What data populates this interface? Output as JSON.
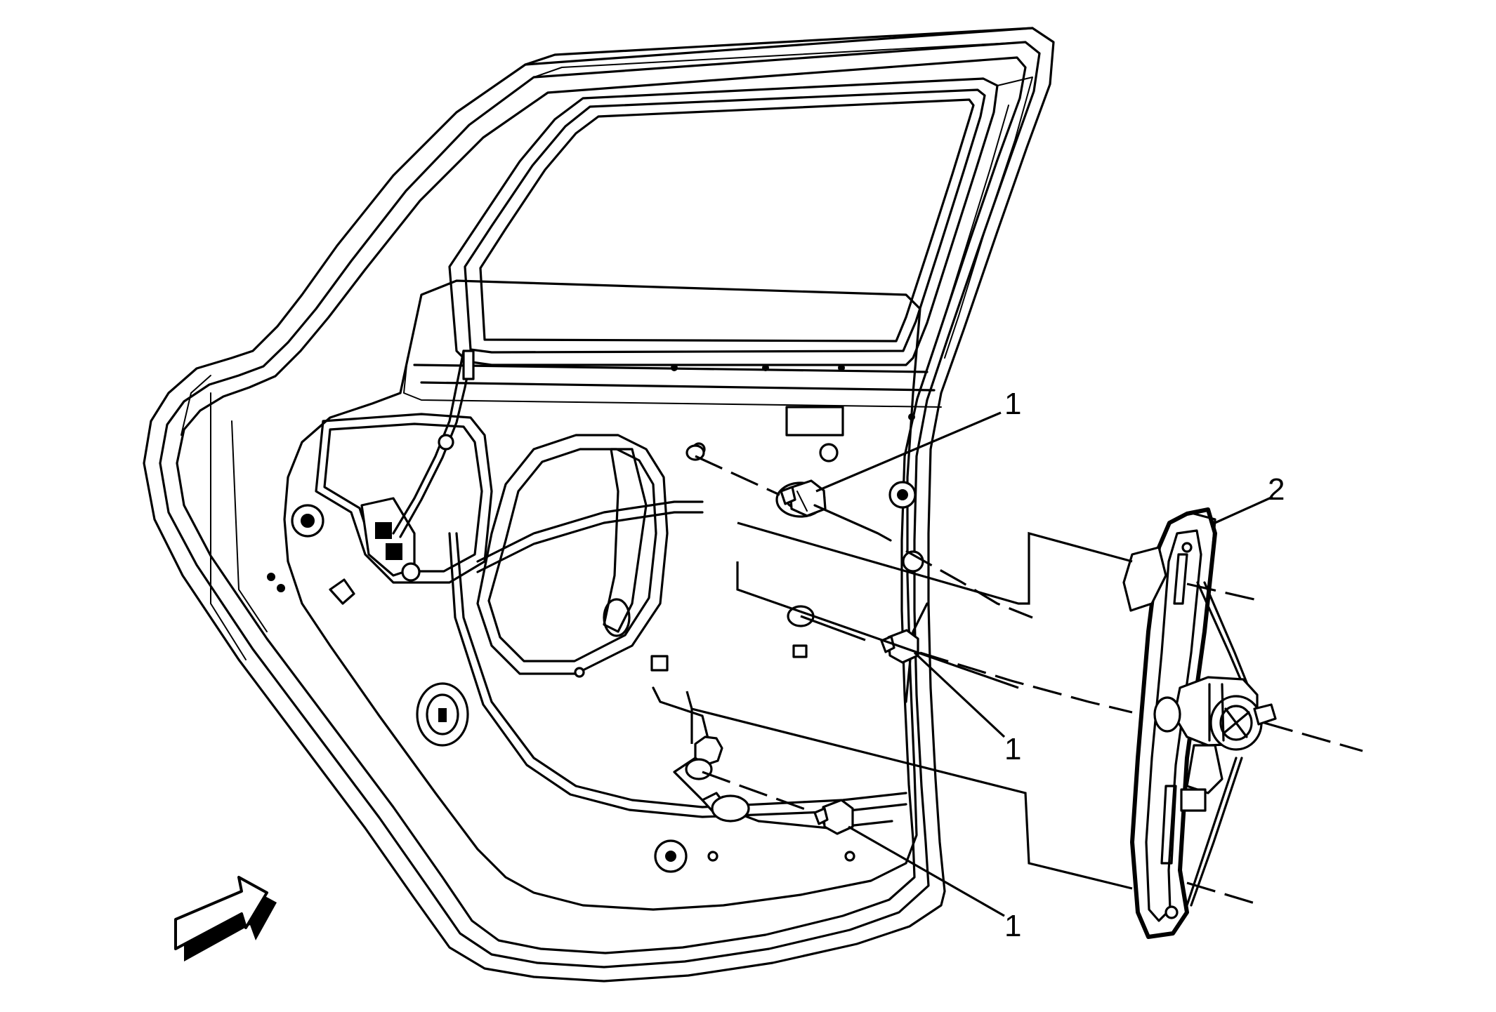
{
  "callouts": [
    {
      "id": "bolt-top",
      "label": "1"
    },
    {
      "id": "regulator",
      "label": "2"
    },
    {
      "id": "bolt-middle",
      "label": "1"
    },
    {
      "id": "bolt-bottom",
      "label": "1"
    }
  ],
  "view_arrow": {
    "icon": "view-direction-arrow-icon"
  }
}
